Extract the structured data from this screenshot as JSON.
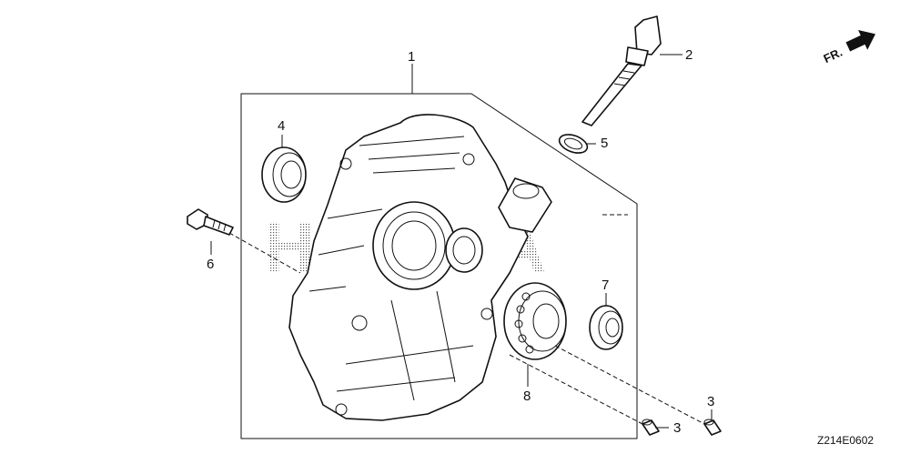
{
  "diagram": {
    "watermark": "HONDA",
    "direction_label": "FR.",
    "drawing_code": "Z214E0602",
    "callouts": {
      "c1": "1",
      "c2": "2",
      "c3a": "3",
      "c3b": "3",
      "c4": "4",
      "c5": "5",
      "c6": "6",
      "c7": "7",
      "c8": "8"
    }
  }
}
